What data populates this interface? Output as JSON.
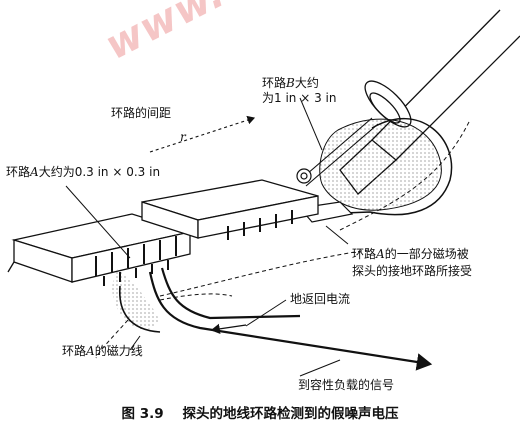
{
  "watermark": "www.elecfans.com",
  "labels": {
    "loop_b_line1_pre": "环路",
    "loop_b_line1_var": "B",
    "loop_b_line1_post": "大约",
    "loop_b_line2": "为1 in × 3 in",
    "spacing_text": "环路的间距",
    "spacing_var": "r",
    "loop_a_pre": "环路",
    "loop_a_var": "A",
    "loop_a_post": "大约为0.3 in × 0.3 in",
    "field_line1_pre": "环路",
    "field_line1_var": "A",
    "field_line1_post": "的一部分磁场被",
    "field_line2": "探头的接地环路所接受",
    "ground_return": "地返回电流",
    "flux_pre": "环路",
    "flux_var": "A",
    "flux_post": "的磁力线",
    "signal": "到容性负载的信号"
  },
  "caption": {
    "number": "图 3.9",
    "title": "探头的地线环路检测到的假噪声电压"
  },
  "colors": {
    "watermark": "#f2b3b3",
    "ink": "#111111"
  }
}
